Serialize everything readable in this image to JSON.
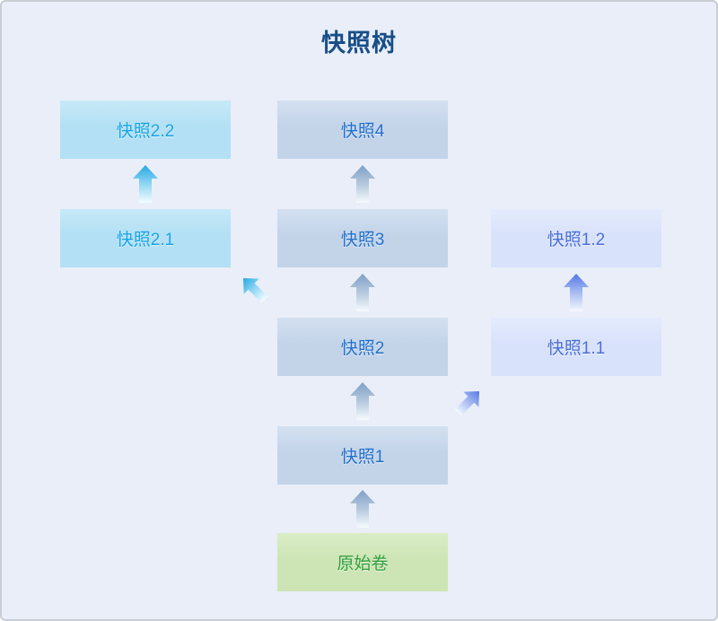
{
  "title": "快照树",
  "diagram": {
    "nodes": [
      {
        "id": "snapshot-2-2",
        "label": "快照2.2",
        "style": "cyan"
      },
      {
        "id": "snapshot-4",
        "label": "快照4",
        "style": "steel"
      },
      {
        "id": "snapshot-2-1",
        "label": "快照2.1",
        "style": "cyan"
      },
      {
        "id": "snapshot-3",
        "label": "快照3",
        "style": "steel"
      },
      {
        "id": "snapshot-1-2",
        "label": "快照1.2",
        "style": "lavender"
      },
      {
        "id": "snapshot-2",
        "label": "快照2",
        "style": "steel"
      },
      {
        "id": "snapshot-1-1",
        "label": "快照1.1",
        "style": "lavender"
      },
      {
        "id": "snapshot-1",
        "label": "快照1",
        "style": "steel"
      },
      {
        "id": "original-volume",
        "label": "原始卷",
        "style": "green"
      }
    ],
    "edges": [
      {
        "from": "original-volume",
        "to": "snapshot-1",
        "direction": "up",
        "theme": "steel"
      },
      {
        "from": "snapshot-1",
        "to": "snapshot-2",
        "direction": "up",
        "theme": "steel"
      },
      {
        "from": "snapshot-2",
        "to": "snapshot-3",
        "direction": "up",
        "theme": "steel"
      },
      {
        "from": "snapshot-3",
        "to": "snapshot-4",
        "direction": "up",
        "theme": "steel"
      },
      {
        "from": "snapshot-2-1",
        "to": "snapshot-2-2",
        "direction": "up",
        "theme": "cyan"
      },
      {
        "from": "snapshot-1-1",
        "to": "snapshot-1-2",
        "direction": "up",
        "theme": "blue"
      },
      {
        "from": "snapshot-2",
        "to": "snapshot-2-1",
        "direction": "up-left",
        "theme": "cyan"
      },
      {
        "from": "snapshot-1",
        "to": "snapshot-1-1",
        "direction": "up-right",
        "theme": "blue"
      }
    ]
  },
  "colors": {
    "canvas_background": "#e9eef8",
    "canvas_border": "#c9cdd4",
    "title_text": "#174e87",
    "steel_box_fill": "#c3d4e9",
    "steel_box_text": "#2270cc",
    "cyan_box_fill": "#b3e0f4",
    "cyan_box_text": "#18a4e6",
    "lavender_box_fill": "#d9e2fb",
    "lavender_box_text": "#4a6fd9",
    "green_box_fill": "#cde5b5",
    "green_box_text": "#2f9e3a",
    "steel_arrow": "#7fa0c6",
    "cyan_arrow": "#24a7e4",
    "blue_arrow": "#5377e6"
  }
}
